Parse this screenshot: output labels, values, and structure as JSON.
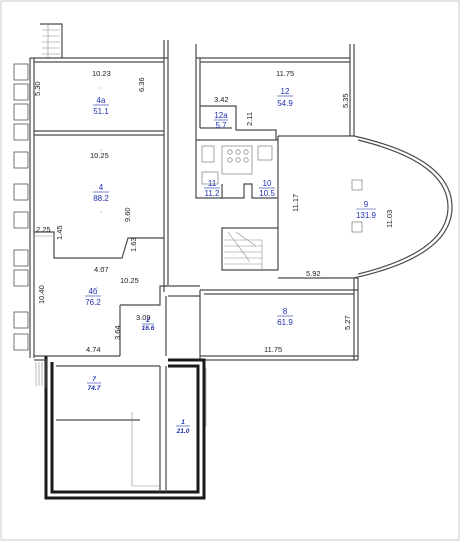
{
  "rooms": [
    {
      "no": "4a",
      "area": "51.1"
    },
    {
      "no": "4",
      "area": "88.2"
    },
    {
      "no": "4б",
      "area": "76.2"
    },
    {
      "no": "12",
      "area": "54.9"
    },
    {
      "no": "12a",
      "area": "5.7"
    },
    {
      "no": "11",
      "area": "11.2"
    },
    {
      "no": "10",
      "area": "10.5"
    },
    {
      "no": "9",
      "area": "131.9"
    },
    {
      "no": "8",
      "area": "61.9"
    },
    {
      "no": "2",
      "area": "16.6"
    },
    {
      "no": "7",
      "area": "74.7"
    },
    {
      "no": "1",
      "area": "21.0"
    }
  ],
  "dimensions": [
    "10.23",
    "5.30",
    "6.36",
    "10.25",
    "9.60",
    "2.25",
    "1.45",
    "1.63",
    "4.07",
    "10.25",
    "10.40",
    "4.74",
    "3.64",
    "3.09",
    "11.75",
    "3.42",
    "2.11",
    "5.35",
    "11.17",
    "11.03",
    "5.92",
    "5.27",
    "11.75"
  ]
}
